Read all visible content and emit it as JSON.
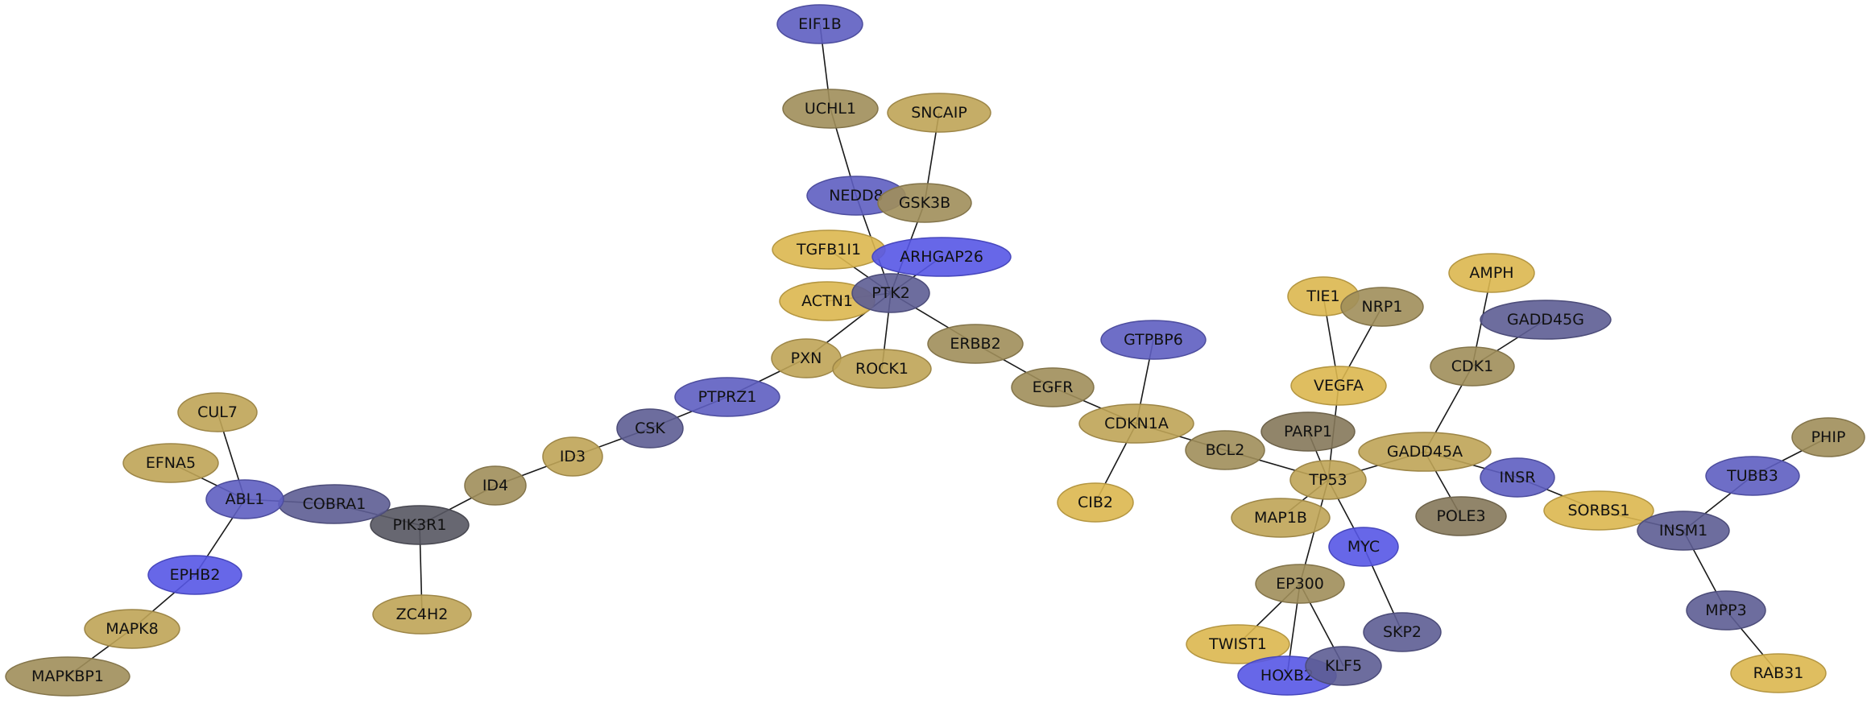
{
  "palette": {
    "dark_olive": "#a08e5a",
    "gold": "#bfa456",
    "light_gold": "#dcb74f",
    "grey_olive": "#85785a",
    "violet": "#5e5ec1",
    "bright_blue": "#5656e6",
    "slate": "#5d5d93",
    "charcoal": "#575762",
    "navy": "#1b1bb9"
  },
  "nodes": [
    {
      "id": "EIF1B",
      "label": "EIF1B",
      "color": "violet"
    },
    {
      "id": "UCHL1",
      "label": "UCHL1",
      "color": "dark_olive"
    },
    {
      "id": "SNCAIP",
      "label": "SNCAIP",
      "color": "gold"
    },
    {
      "id": "NEDD8",
      "label": "NEDD8",
      "color": "violet"
    },
    {
      "id": "GSK3B",
      "label": "GSK3B",
      "color": "dark_olive"
    },
    {
      "id": "TGFB1I1",
      "label": "TGFB1I1",
      "color": "light_gold"
    },
    {
      "id": "ARHGAP26",
      "label": "ARHGAP26",
      "color": "bright_blue"
    },
    {
      "id": "ACTN1",
      "label": "ACTN1",
      "color": "light_gold"
    },
    {
      "id": "PTK2",
      "label": "PTK2",
      "color": "slate"
    },
    {
      "id": "ERBB2",
      "label": "ERBB2",
      "color": "dark_olive"
    },
    {
      "id": "PXN",
      "label": "PXN",
      "color": "gold"
    },
    {
      "id": "ROCK1",
      "label": "ROCK1",
      "color": "gold"
    },
    {
      "id": "PTPRZ1",
      "label": "PTPRZ1",
      "color": "violet"
    },
    {
      "id": "CSK",
      "label": "CSK",
      "color": "slate"
    },
    {
      "id": "ID3",
      "label": "ID3",
      "color": "gold"
    },
    {
      "id": "ID4",
      "label": "ID4",
      "color": "dark_olive"
    },
    {
      "id": "PIK3R1",
      "label": "PIK3R1",
      "color": "charcoal"
    },
    {
      "id": "ZC4H2",
      "label": "ZC4H2",
      "color": "gold"
    },
    {
      "id": "COBRA1",
      "label": "COBRA1",
      "color": "slate"
    },
    {
      "id": "ABL1",
      "label": "ABL1",
      "color": "violet"
    },
    {
      "id": "CUL7",
      "label": "CUL7",
      "color": "gold"
    },
    {
      "id": "EFNA5",
      "label": "EFNA5",
      "color": "gold"
    },
    {
      "id": "EPHB2",
      "label": "EPHB2",
      "color": "bright_blue"
    },
    {
      "id": "MAPK8",
      "label": "MAPK8",
      "color": "gold"
    },
    {
      "id": "MAPKBP1",
      "label": "MAPKBP1",
      "color": "dark_olive"
    },
    {
      "id": "EGFR",
      "label": "EGFR",
      "color": "dark_olive"
    },
    {
      "id": "GTPBP6",
      "label": "GTPBP6",
      "color": "violet"
    },
    {
      "id": "CDKN1A",
      "label": "CDKN1A",
      "color": "gold"
    },
    {
      "id": "CIB2",
      "label": "CIB2",
      "color": "light_gold"
    },
    {
      "id": "BCL2",
      "label": "BCL2",
      "color": "dark_olive"
    },
    {
      "id": "TIE1",
      "label": "TIE1",
      "color": "light_gold"
    },
    {
      "id": "NRP1",
      "label": "NRP1",
      "color": "dark_olive"
    },
    {
      "id": "VEGFA",
      "label": "VEGFA",
      "color": "light_gold"
    },
    {
      "id": "PARP1",
      "label": "PARP1",
      "color": "grey_olive"
    },
    {
      "id": "TP53",
      "label": "TP53",
      "color": "gold"
    },
    {
      "id": "MAP1B",
      "label": "MAP1B",
      "color": "gold"
    },
    {
      "id": "MYC",
      "label": "MYC",
      "color": "bright_blue"
    },
    {
      "id": "SKP2",
      "label": "SKP2",
      "color": "slate"
    },
    {
      "id": "EP300",
      "label": "EP300",
      "color": "dark_olive"
    },
    {
      "id": "TWIST1",
      "label": "TWIST1",
      "color": "light_gold"
    },
    {
      "id": "HOXB2",
      "label": "HOXB2",
      "color": "bright_blue"
    },
    {
      "id": "KLF5",
      "label": "KLF5",
      "color": "slate"
    },
    {
      "id": "GADD45A",
      "label": "GADD45A",
      "color": "gold"
    },
    {
      "id": "POLE3",
      "label": "POLE3",
      "color": "grey_olive"
    },
    {
      "id": "CDK1",
      "label": "CDK1",
      "color": "dark_olive"
    },
    {
      "id": "AMPH",
      "label": "AMPH",
      "color": "light_gold"
    },
    {
      "id": "GADD45G",
      "label": "GADD45G",
      "color": "slate"
    },
    {
      "id": "INSR",
      "label": "INSR",
      "color": "violet"
    },
    {
      "id": "SORBS1",
      "label": "SORBS1",
      "color": "light_gold"
    },
    {
      "id": "INSM1",
      "label": "INSM1",
      "color": "slate"
    },
    {
      "id": "TUBB3",
      "label": "TUBB3",
      "color": "violet"
    },
    {
      "id": "PHIP",
      "label": "PHIP",
      "color": "dark_olive"
    },
    {
      "id": "MPP3",
      "label": "MPP3",
      "color": "slate"
    },
    {
      "id": "RAB31",
      "label": "RAB31",
      "color": "light_gold"
    }
  ],
  "edges": [
    [
      "EIF1B",
      "UCHL1"
    ],
    [
      "UCHL1",
      "NEDD8"
    ],
    [
      "NEDD8",
      "PTK2"
    ],
    [
      "SNCAIP",
      "GSK3B"
    ],
    [
      "GSK3B",
      "PTK2"
    ],
    [
      "TGFB1I1",
      "PTK2"
    ],
    [
      "ARHGAP26",
      "PTK2"
    ],
    [
      "ACTN1",
      "PTK2"
    ],
    [
      "PTK2",
      "ERBB2"
    ],
    [
      "PTK2",
      "PXN"
    ],
    [
      "PTK2",
      "ROCK1"
    ],
    [
      "PXN",
      "PTPRZ1"
    ],
    [
      "PTPRZ1",
      "CSK"
    ],
    [
      "CSK",
      "ID3"
    ],
    [
      "ID3",
      "ID4"
    ],
    [
      "ID4",
      "PIK3R1"
    ],
    [
      "PIK3R1",
      "ZC4H2"
    ],
    [
      "PIK3R1",
      "COBRA1"
    ],
    [
      "COBRA1",
      "ABL1"
    ],
    [
      "ABL1",
      "CUL7"
    ],
    [
      "ABL1",
      "EFNA5"
    ],
    [
      "ABL1",
      "EPHB2"
    ],
    [
      "EPHB2",
      "MAPK8"
    ],
    [
      "MAPK8",
      "MAPKBP1"
    ],
    [
      "ERBB2",
      "EGFR"
    ],
    [
      "EGFR",
      "CDKN1A"
    ],
    [
      "GTPBP6",
      "CDKN1A"
    ],
    [
      "CDKN1A",
      "CIB2"
    ],
    [
      "CDKN1A",
      "BCL2"
    ],
    [
      "BCL2",
      "TP53"
    ],
    [
      "TIE1",
      "VEGFA"
    ],
    [
      "NRP1",
      "VEGFA"
    ],
    [
      "VEGFA",
      "TP53"
    ],
    [
      "PARP1",
      "TP53"
    ],
    [
      "TP53",
      "MAP1B"
    ],
    [
      "TP53",
      "MYC"
    ],
    [
      "TP53",
      "EP300"
    ],
    [
      "TP53",
      "GADD45A"
    ],
    [
      "MYC",
      "SKP2"
    ],
    [
      "EP300",
      "TWIST1"
    ],
    [
      "EP300",
      "HOXB2"
    ],
    [
      "EP300",
      "KLF5"
    ],
    [
      "GADD45A",
      "POLE3"
    ],
    [
      "GADD45A",
      "CDK1"
    ],
    [
      "GADD45A",
      "INSR"
    ],
    [
      "CDK1",
      "AMPH"
    ],
    [
      "CDK1",
      "GADD45G"
    ],
    [
      "INSR",
      "SORBS1"
    ],
    [
      "SORBS1",
      "INSM1"
    ],
    [
      "INSM1",
      "TUBB3"
    ],
    [
      "TUBB3",
      "PHIP"
    ],
    [
      "INSM1",
      "MPP3"
    ],
    [
      "MPP3",
      "RAB31"
    ]
  ]
}
